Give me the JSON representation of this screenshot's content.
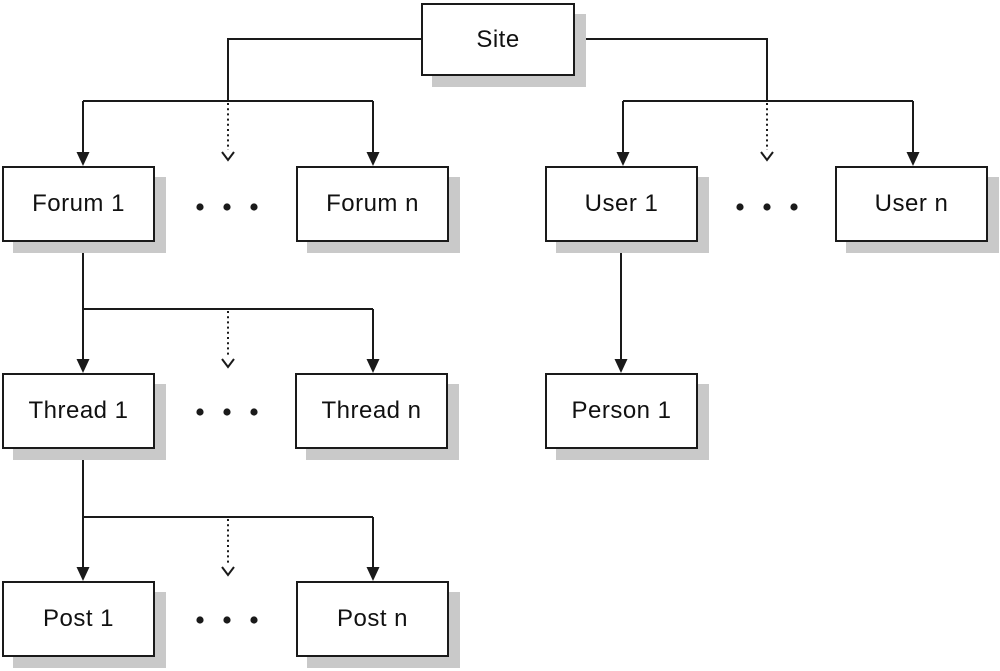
{
  "diagram": {
    "nodes": {
      "site": {
        "label": "Site"
      },
      "forum_1": {
        "label": "Forum 1"
      },
      "forum_n": {
        "label": "Forum n"
      },
      "user_1": {
        "label": "User 1"
      },
      "user_n": {
        "label": "User n"
      },
      "thread_1": {
        "label": "Thread 1"
      },
      "thread_n": {
        "label": "Thread n"
      },
      "person_1": {
        "label": "Person 1"
      },
      "post_1": {
        "label": "Post 1"
      },
      "post_n": {
        "label": "Post n"
      }
    },
    "edges": [
      {
        "from": "site",
        "to": "forum_1",
        "style": "solid-arrow"
      },
      {
        "from": "site",
        "to": "forum_ellipsis",
        "style": "dotted-arrow"
      },
      {
        "from": "site",
        "to": "forum_n",
        "style": "solid-arrow"
      },
      {
        "from": "site",
        "to": "user_1",
        "style": "solid-arrow"
      },
      {
        "from": "site",
        "to": "user_ellipsis",
        "style": "dotted-arrow"
      },
      {
        "from": "site",
        "to": "user_n",
        "style": "solid-arrow"
      },
      {
        "from": "forum_1",
        "to": "thread_1",
        "style": "solid-arrow"
      },
      {
        "from": "forum_1",
        "to": "thread_ellipsis",
        "style": "dotted-arrow"
      },
      {
        "from": "forum_1",
        "to": "thread_n",
        "style": "solid-arrow"
      },
      {
        "from": "thread_1",
        "to": "post_1",
        "style": "solid-arrow"
      },
      {
        "from": "thread_1",
        "to": "post_ellipsis",
        "style": "dotted-arrow"
      },
      {
        "from": "thread_1",
        "to": "post_n",
        "style": "solid-arrow"
      },
      {
        "from": "user_1",
        "to": "person_1",
        "style": "solid-arrow"
      }
    ],
    "colors": {
      "background": "#ffffff",
      "box_fill": "#ffffff",
      "box_border": "#1a1a1a",
      "box_shadow": "#c9c9c9",
      "connector": "#1a1a1a"
    }
  }
}
